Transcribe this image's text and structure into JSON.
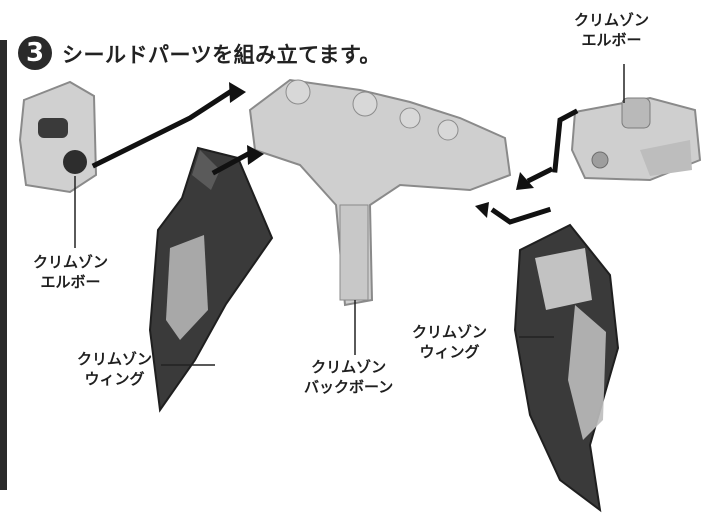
{
  "step": {
    "number": "3",
    "title": "シールドパーツを組み立てます。"
  },
  "labels": {
    "elbow_top_right": [
      "クリムゾン",
      "エルボー"
    ],
    "elbow_left": [
      "クリムゾン",
      "エルボー"
    ],
    "wing_left": [
      "クリムゾン",
      "ウィング"
    ],
    "backbone": [
      "クリムゾン",
      "バックボーン"
    ],
    "wing_right": [
      "クリムゾン",
      "ウィング"
    ]
  },
  "colors": {
    "light_part": "#cfcfcf",
    "dark_part": "#3a3a3a",
    "arrow": "#111111"
  }
}
